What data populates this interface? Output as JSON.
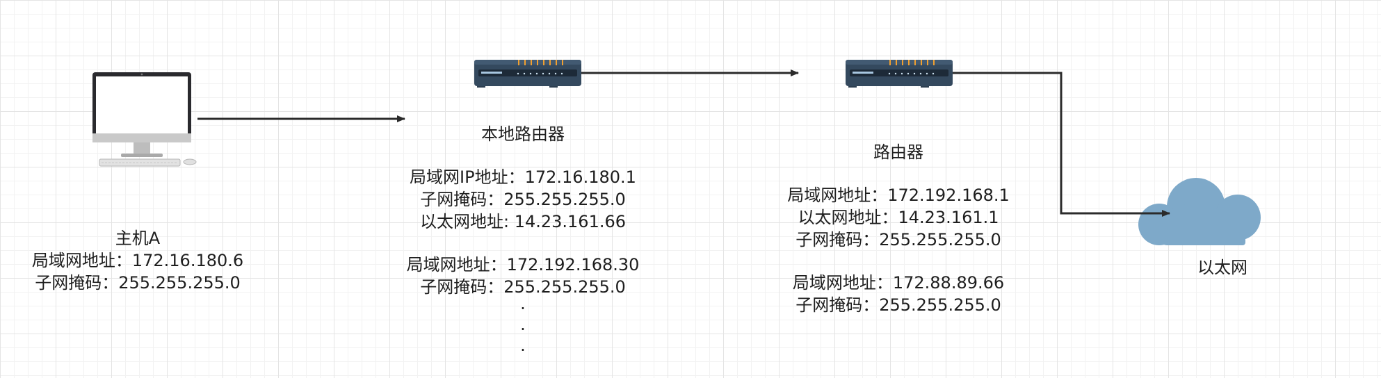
{
  "host": {
    "name": "主机A",
    "lan_address": "局域网地址：172.16.180.6",
    "subnet_mask": "子网掩码：255.255.255.0"
  },
  "local_router": {
    "name": "本地路由器",
    "lan_ip": "局域网IP地址：172.16.180.1",
    "subnet_mask_1": "子网掩码：255.255.255.0",
    "ethernet_address": "以太网地址: 14.23.161.66",
    "lan_address_2": "局域网地址：172.192.168.30",
    "subnet_mask_2": "子网掩码：255.255.255.0",
    "ellipsis": [
      "·",
      "·",
      "·"
    ]
  },
  "router": {
    "name": "路由器",
    "lan_address_1": "局域网地址：172.192.168.1",
    "ethernet_address": "以太网地址：14.23.161.1",
    "subnet_mask_1": "子网掩码：255.255.255.0",
    "lan_address_2": "局域网地址：172.88.89.66",
    "subnet_mask_2": "子网掩码：255.255.255.0"
  },
  "ethernet": {
    "name": "以太网"
  },
  "colors": {
    "arrow": "#2b2b2b",
    "router_body": "#34495e",
    "router_lights": "#f0a030",
    "cloud": "#7ea9c9",
    "monitor_frame": "#2a2a2e",
    "monitor_stand": "#bdbdbd"
  }
}
